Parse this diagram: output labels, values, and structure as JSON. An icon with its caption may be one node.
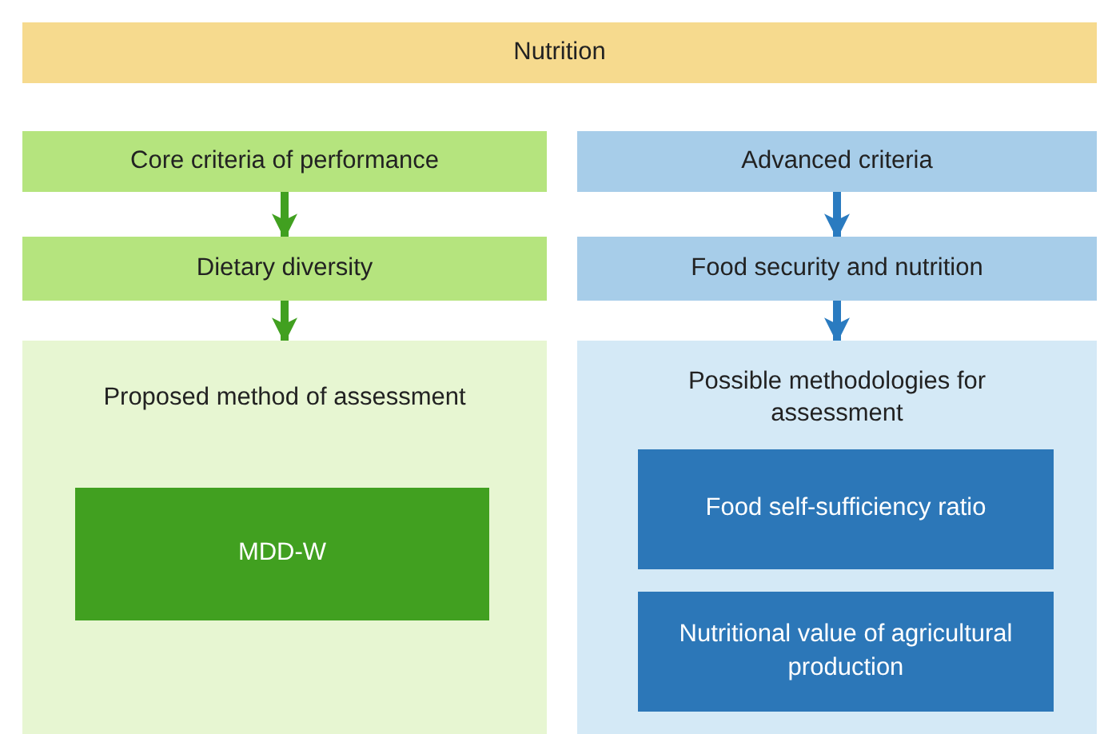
{
  "diagram": {
    "nodes": [
      {
        "text": [
          "Nutrition"
        ]
      },
      {
        "text": [
          "Core criteria of performance"
        ]
      },
      {
        "text": [
          "Dietary diversity"
        ]
      },
      {
        "text": [
          "Proposed method of assessment"
        ]
      },
      {
        "text": [
          "MDD-W"
        ],
        "in": 3
      },
      {
        "text": [
          "Advanced criteria"
        ]
      },
      {
        "text": [
          "Food security and nutrition"
        ]
      },
      {
        "text": [
          "Possible methodologies for assessment"
        ]
      },
      {
        "text": [
          "Food self-sufficiency ratio"
        ],
        "in": 7
      },
      {
        "text": [
          "Nutritional value of agricultural production"
        ],
        "in": 7
      }
    ],
    "edges": [
      {
        "from": 1,
        "to": 2,
        "arrow": "to",
        "color": "#41a020"
      },
      {
        "from": 2,
        "to": 3,
        "arrow": "to",
        "color": "#41a020"
      },
      {
        "from": 5,
        "to": 6,
        "arrow": "to",
        "color": "#2a7bc0"
      },
      {
        "from": 6,
        "to": 7,
        "arrow": "to",
        "color": "#2a7bc0"
      }
    ]
  }
}
